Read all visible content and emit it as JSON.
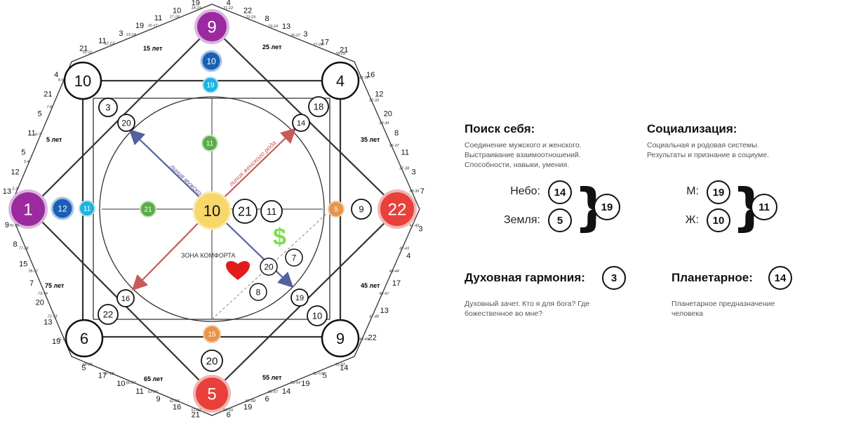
{
  "colors": {
    "purple": "#9b2aa0",
    "red": "#e8403a",
    "blue": "#1a5fb4",
    "cyan": "#1db4e0",
    "green": "#5cab4a",
    "orange": "#e8944a",
    "yellow": "#f7d66a",
    "male_line": "#55609e",
    "female_line": "#c85a5a",
    "heart": "#e31b1b",
    "dollar": "#7fdc54",
    "line": "#333333"
  },
  "diagram": {
    "corner_top": "9",
    "corner_left": "1",
    "corner_right": "22",
    "corner_bottom": "5",
    "corner_tl": "10",
    "corner_tr": "4",
    "corner_bl": "6",
    "corner_br": "9",
    "center": "10",
    "top_inner_1": "10",
    "top_inner_2": "19",
    "top_inner_3": "11",
    "left_inner_1": "12",
    "left_inner_2": "11",
    "left_inner_3": "21",
    "right_inner_1": "5",
    "right_inner_2": "9",
    "bottom_inner_1": "20",
    "bottom_inner_2": "15",
    "center_right_1": "21",
    "center_right_2": "11",
    "sq_tl_outer": "3",
    "sq_tl_inner": "20",
    "sq_tr_outer": "18",
    "sq_tr_inner": "14",
    "sq_bl_outer": "22",
    "sq_bl_inner": "16",
    "sq_br_outer": "10",
    "sq_br_inner": "19",
    "comfort_1": "7",
    "comfort_2": "20",
    "comfort_3": "8",
    "comfort_zone_label": "ЗОНА КОМФОРТА",
    "male_line_label": "линия мужского рода",
    "female_line_label": "линия женского рода",
    "dollar": "$",
    "age_15": "15 лет",
    "age_25": "25 лет",
    "age_5": "5 лет",
    "age_35": "35 лет",
    "age_75": "75 лет",
    "age_45": "45 лет",
    "age_65": "65 лет",
    "age_55": "55 лет",
    "edge_top_left": [
      "21",
      "11",
      "3",
      "19",
      "11",
      "10",
      "19"
    ],
    "edge_top_left_ranges": [
      "11-12",
      "12-13",
      "13-14",
      "16-17",
      "17-18",
      "18-19"
    ],
    "edge_top_right": [
      "4",
      "22",
      "8",
      "13",
      "3",
      "17",
      "21"
    ],
    "edge_top_right_ranges": [
      "21-22",
      "22-23",
      "23-24",
      "26-27",
      "27-28",
      "28-29"
    ],
    "edge_left_top": [
      "4",
      "21",
      "5",
      "11",
      "5",
      "12",
      "13"
    ],
    "edge_left_top_ranges": [
      "8-9",
      "7-8",
      "6-7",
      "3-4",
      "2-3"
    ],
    "edge_right_top": [
      "16",
      "12",
      "20",
      "8",
      "11",
      "3",
      "7"
    ],
    "edge_right_top_ranges": [
      "31-32",
      "32-33",
      "33-34",
      "36-37",
      "37-38",
      "38-39"
    ],
    "edge_left_bottom": [
      "9",
      "8",
      "15",
      "7",
      "20",
      "13",
      "19"
    ],
    "edge_left_bottom_ranges": [
      "76-79",
      "77-78",
      "78-77",
      "73-74",
      "72-73",
      "71-72"
    ],
    "edge_right_bottom": [
      "3",
      "4",
      "17",
      "13",
      "22"
    ],
    "edge_right_bottom_ranges": [
      "41-42",
      "42-43",
      "43-44",
      "46-47",
      "47-48",
      "48-49"
    ],
    "edge_bottom_left": [
      "5",
      "17",
      "10",
      "11",
      "9",
      "16",
      "21"
    ],
    "edge_bottom_left_ranges": [
      "68-69",
      "67-68",
      "66-67",
      "63-64",
      "62-63",
      "61-62"
    ],
    "edge_bottom_right": [
      "14",
      "5",
      "19",
      "14",
      "6",
      "19",
      "6"
    ],
    "edge_bottom_right_ranges": [
      "51-52",
      "52-53",
      "53-54",
      "56-57",
      "57-58",
      "58-59"
    ]
  },
  "panels": {
    "search": {
      "title": "Поиск себя:",
      "desc": [
        "Соединение мужского и женского.",
        "Выстраивание взаимоотношений.",
        "Способности, навыки, умения."
      ],
      "sky_label": "Небо:",
      "sky_value": "14",
      "earth_label": "Земля:",
      "earth_value": "5",
      "sum": "19"
    },
    "social": {
      "title": "Социализация:",
      "desc": [
        "Социальная и родовая системы.",
        "Результаты и признание в социуме."
      ],
      "m_label": "М:",
      "m_value": "19",
      "f_label": "Ж:",
      "f_value": "10",
      "sum": "11"
    },
    "spiritual": {
      "title": "Духовная гармония:",
      "value": "3",
      "desc": [
        "Духовный зачет. Кто я для бога? Где",
        "божественное во мне?"
      ]
    },
    "planetary": {
      "title": "Планетарное:",
      "value": "14",
      "desc": [
        "Планетарное предназначение",
        "человека"
      ]
    }
  }
}
